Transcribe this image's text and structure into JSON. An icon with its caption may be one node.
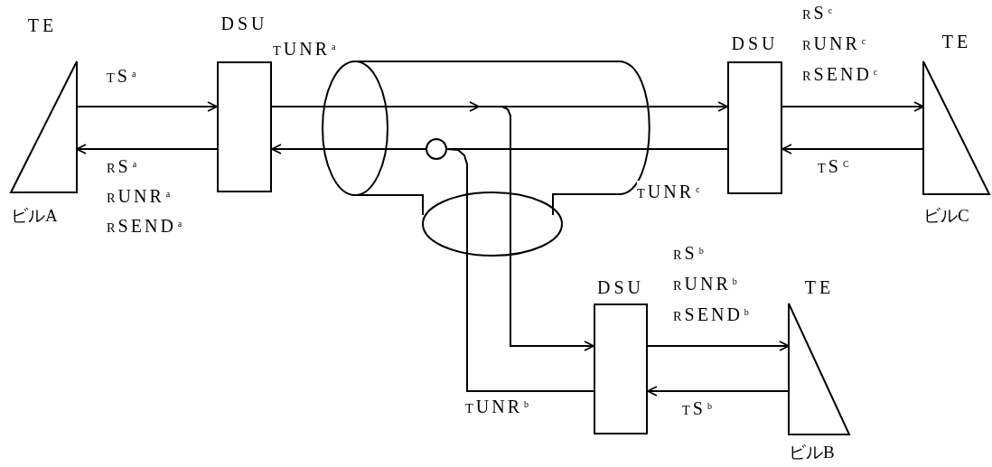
{
  "diagram": {
    "nodes": [
      {
        "text": [
          "TE",
          "ビルA"
        ]
      },
      {
        "text": [
          "DSU"
        ]
      },
      {
        "text": [
          "DSU"
        ]
      },
      {
        "text": [
          "TE",
          "ビルC"
        ]
      },
      {
        "text": [
          "DSU"
        ]
      },
      {
        "text": [
          "TE",
          "ビルB"
        ]
      },
      {
        "text": [],
        "shape": "circle"
      }
    ],
    "edges": [
      {
        "from": 0,
        "to": 1,
        "arrow": "to",
        "label": "TS$^{a}$"
      },
      {
        "from": 1,
        "to": 0,
        "arrow": "to"
      },
      {
        "from": 1,
        "to": 2,
        "arrow": "to"
      },
      {
        "from": 1,
        "to": 4,
        "arrow": "to"
      },
      {
        "from": 2,
        "to": 3,
        "arrow": "to"
      },
      {
        "from": 3,
        "to": 2,
        "arrow": "to",
        "label": "TS$^{C}$"
      },
      {
        "from": 2,
        "to": 6,
        "arrow": "none"
      },
      {
        "from": 6,
        "to": 1,
        "arrow": "to"
      },
      {
        "from": 4,
        "to": 5,
        "arrow": "to"
      },
      {
        "from": 5,
        "to": 4,
        "arrow": "to",
        "label": "TS$^{b}$"
      },
      {
        "from": 4,
        "to": 6,
        "arrow": "none"
      }
    ],
    "labels": [
      "TUNR$^{a}$",
      "RS$^{c}$",
      "RUNR$^{c}$",
      "RSEND$^{c}$",
      "RS$^{a}$",
      "RUNR$^{a}$",
      "RSEND$^{a}$",
      "TUNR$^{c}$",
      "RS$^{b}$",
      "RUNR$^{b}$",
      "RSEND$^{b}$",
      "TUNR$^{b}$"
    ]
  }
}
